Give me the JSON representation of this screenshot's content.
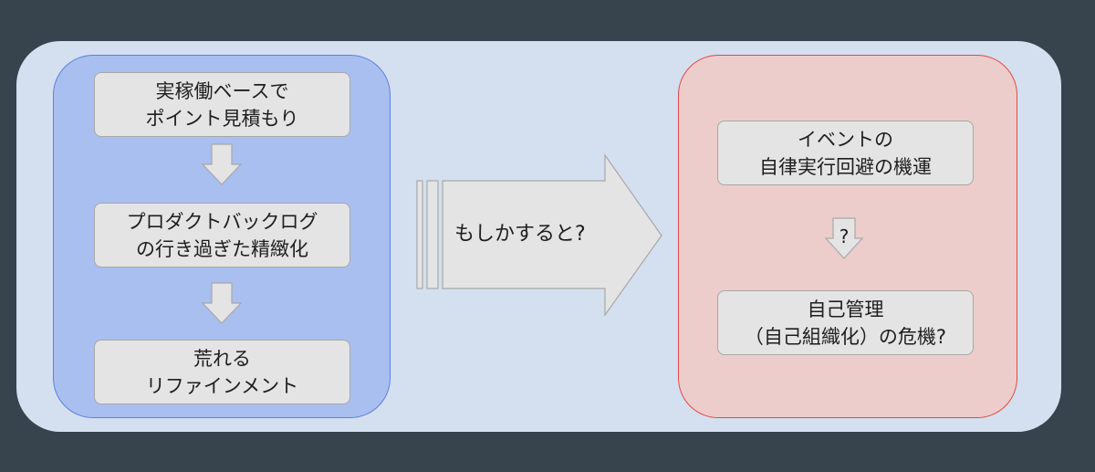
{
  "left_flow": {
    "step1": "実稼働ベースで\nポイント見積もり",
    "step2": "プロダクトバックログ\nの行き過ぎた精緻化",
    "step3": "荒れる\nリファインメント"
  },
  "transition": {
    "label": "もしかすると?"
  },
  "right_flow": {
    "step1": "イベントの\n自律実行回避の機運",
    "connector_label": "?",
    "step2": "自己管理\n（自己組織化）の危機?"
  },
  "colors": {
    "background": "#37434d",
    "panel": "#d4e0ef",
    "left_group_fill": "#a9bff0",
    "left_group_border": "#5b80e0",
    "right_group_fill": "#eccdcc",
    "right_group_border": "#e04a45",
    "box_fill": "#e4e4e4",
    "box_border": "#a8a8a8"
  }
}
